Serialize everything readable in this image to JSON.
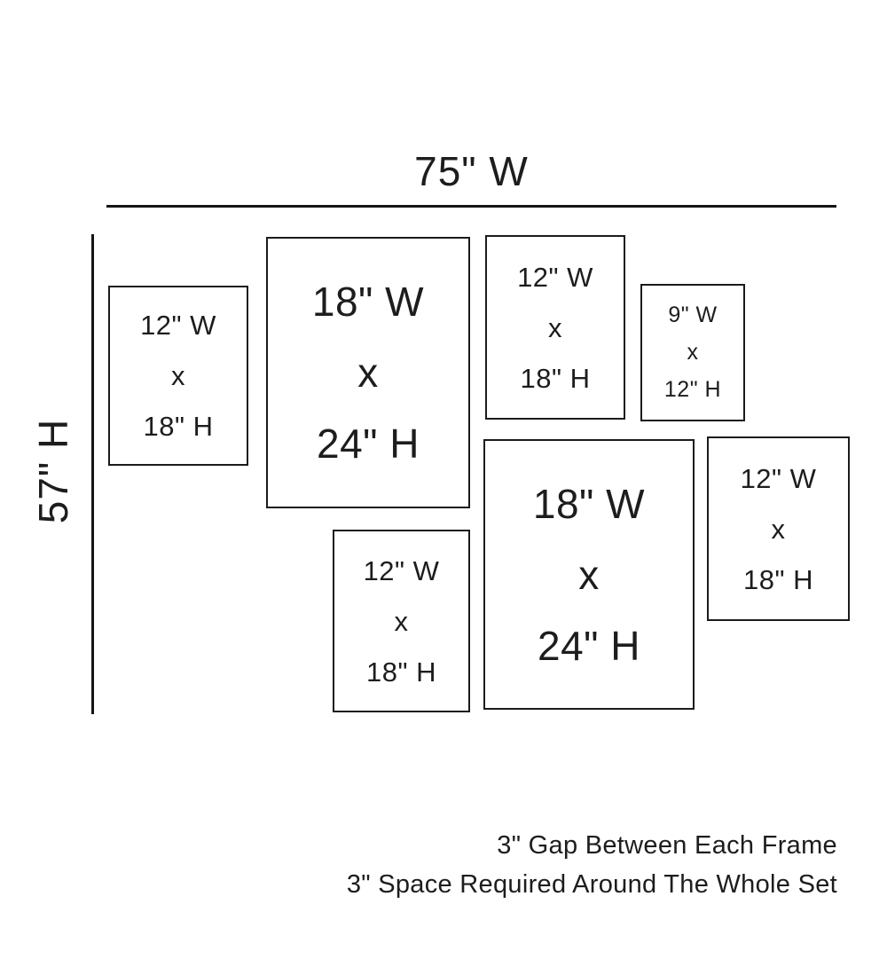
{
  "diagram": {
    "total_width_label": "75\" W",
    "total_height_label": "57\" H",
    "frames": [
      {
        "width_label": "12\" W",
        "by_label": "x",
        "height_label": "18\" H"
      },
      {
        "width_label": "18\" W",
        "by_label": "x",
        "height_label": "24\" H"
      },
      {
        "width_label": "12\" W",
        "by_label": "x",
        "height_label": "18\" H"
      },
      {
        "width_label": "9\" W",
        "by_label": "x",
        "height_label": "12\" H"
      },
      {
        "width_label": "12\" W",
        "by_label": "x",
        "height_label": "18\" H"
      },
      {
        "width_label": "18\" W",
        "by_label": "x",
        "height_label": "24\" H"
      },
      {
        "width_label": "12\" W",
        "by_label": "x",
        "height_label": "18\" H"
      }
    ],
    "notes": [
      "3\" Gap Between Each Frame",
      "3\" Space Required Around The Whole Set"
    ]
  }
}
